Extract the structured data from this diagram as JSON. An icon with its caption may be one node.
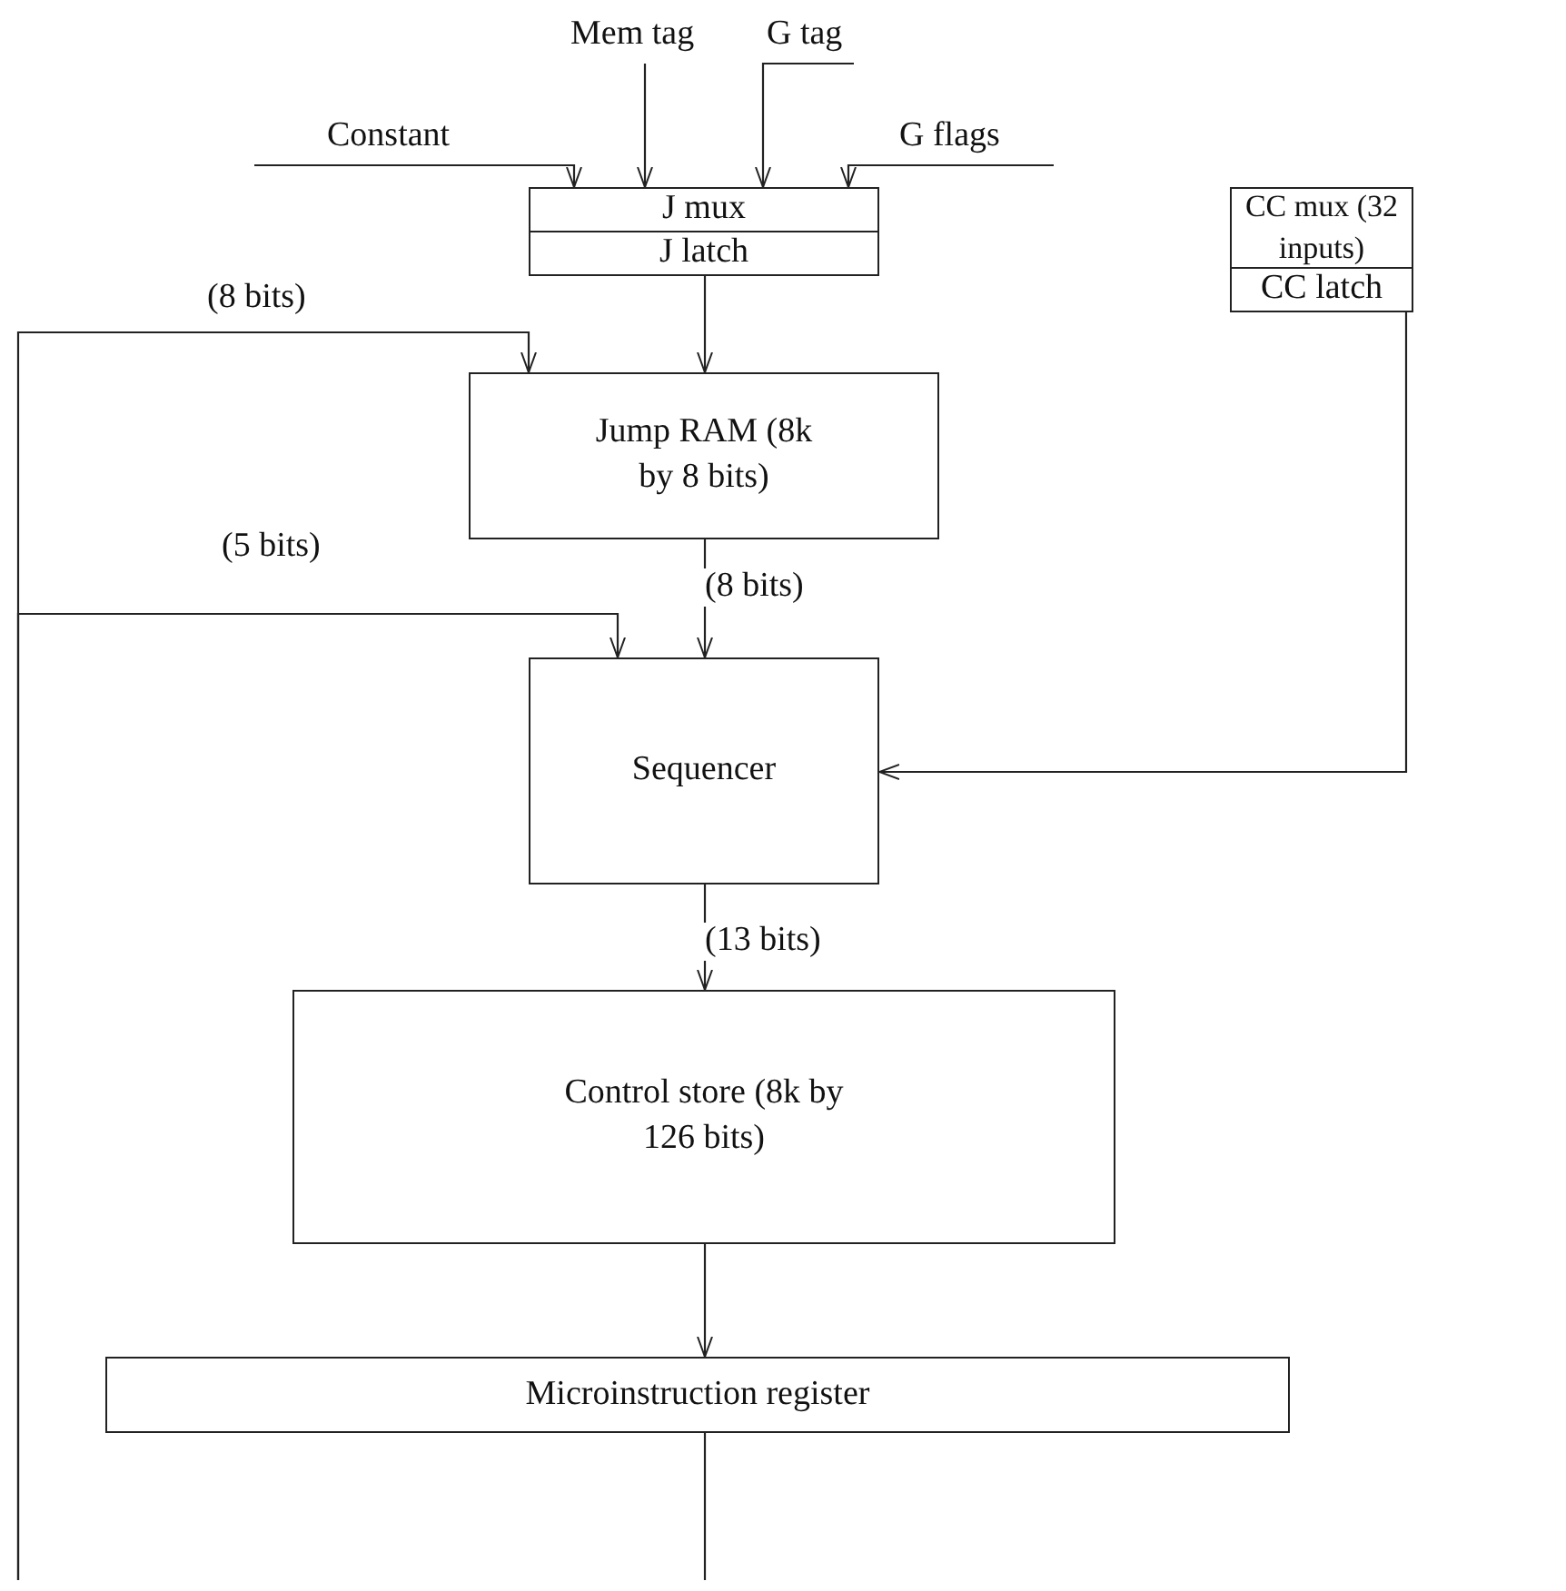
{
  "diagram": {
    "nodes": [
      {
        "text": [
          "J mux"
        ]
      },
      {
        "text": [
          "J latch"
        ]
      },
      {
        "text": [
          "CC mux (32 inputs)"
        ]
      },
      {
        "text": [
          "CC latch"
        ]
      },
      {
        "text": [
          "Jump RAM (8k by 8 bits)"
        ]
      },
      {
        "text": [
          "Sequencer"
        ]
      },
      {
        "text": [
          "Control store (8k by 126 bits)"
        ]
      },
      {
        "text": [
          "Microinstruction register"
        ]
      }
    ],
    "edges": [
      {
        "from": null,
        "to": 0,
        "arrow": "to",
        "label": "Constant"
      },
      {
        "from": null,
        "to": 0,
        "arrow": "to",
        "label": "Mem tag"
      },
      {
        "from": null,
        "to": 0,
        "arrow": "to",
        "label": "G tag"
      },
      {
        "from": null,
        "to": 0,
        "arrow": "to",
        "label": "G flags"
      },
      {
        "from": 1,
        "to": 4,
        "arrow": "to"
      },
      {
        "from": null,
        "to": 4,
        "arrow": "to",
        "label": "(8 bits)"
      },
      {
        "from": 4,
        "to": 5,
        "arrow": "to",
        "label": "(8 bits)"
      },
      {
        "from": null,
        "to": 5,
        "arrow": "to",
        "label": "(5 bits)"
      },
      {
        "from": 3,
        "to": 5,
        "arrow": "to"
      },
      {
        "from": 5,
        "to": 6,
        "arrow": "to",
        "label": "(13 bits)"
      },
      {
        "from": 6,
        "to": 7,
        "arrow": "to"
      },
      {
        "from": 7,
        "to": null,
        "arrow": "none"
      }
    ]
  }
}
